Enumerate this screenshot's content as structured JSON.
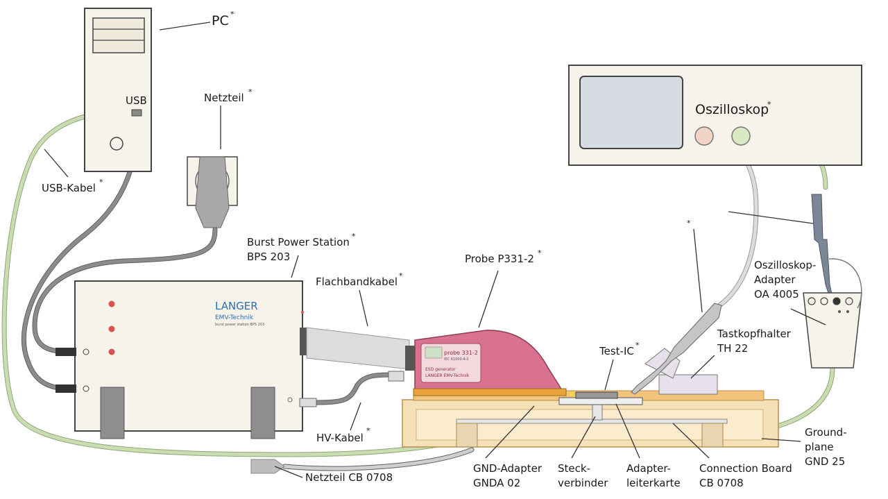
{
  "labels": {
    "pc": "PC",
    "usb": "USB",
    "usb_kabel": "USB-Kabel",
    "netzteil": "Netzteil",
    "bps_line1": "Burst Power Station",
    "bps_line2": "BPS 203",
    "flachbandkabel": "Flachbandkabel",
    "probe": "Probe P331-2",
    "oszilloskop": "Oszilloskop",
    "osz_adapter_line1": "Oszilloskop-",
    "osz_adapter_line2": "Adapter",
    "osz_adapter_line3": "OA 4005",
    "tastkopf_line1": "Tastkopfhalter",
    "tastkopf_line2": "TH 22",
    "test_ic": "Test-IC",
    "hv_kabel": "HV-Kabel",
    "netzteil_cb": "Netzteil CB 0708",
    "gnd_adapter_line1": "GND-Adapter",
    "gnd_adapter_line2": "GNDA 02",
    "steck_line1": "Steck-",
    "steck_line2": "verbinder",
    "adapter_line1": "Adapter-",
    "adapter_line2": "leiterkarte",
    "connection_line1": "Connection Board",
    "connection_line2": "CB 0708",
    "groundplane_line1": "Ground-",
    "groundplane_line2": "plane",
    "groundplane_line3": "GND 25",
    "asterisk": "*"
  },
  "device_text": {
    "langer": "LANGER",
    "emv": "EMV-Technik",
    "bps_sub": "burst power station BPS 203",
    "probe_name": "probe 331-2",
    "probe_sub1": "IEC 61000-4-2",
    "probe_sub2": "ESD generator",
    "probe_sub3": "LANGER EMV-Technik"
  },
  "colors": {
    "device_fill": "#f6f3ea",
    "device_stroke": "#444444",
    "probe_pink": "#d9728e",
    "board_fill": "#f5d9a8",
    "led_red": "#d9534f",
    "cable_green": "#c9ddb0",
    "cable_grey": "#8c8c8c"
  }
}
